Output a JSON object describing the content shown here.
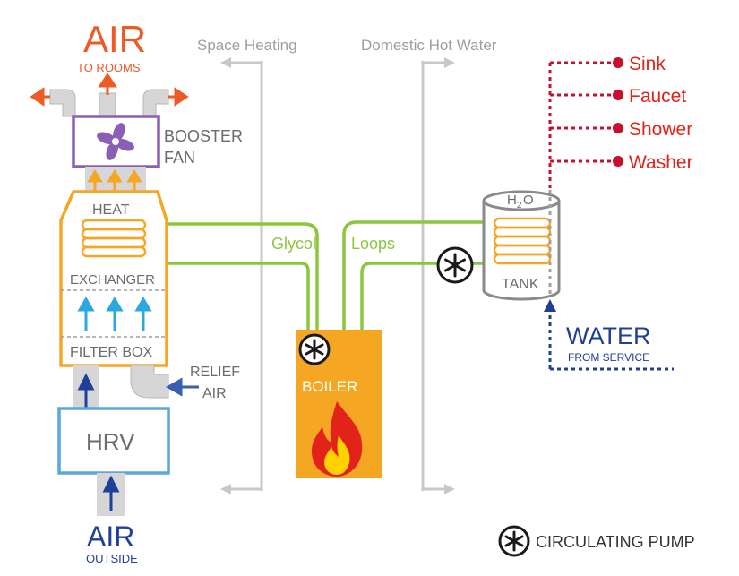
{
  "labels": {
    "air_top": "AIR",
    "air_top_sub": "TO ROOMS",
    "booster_1": "BOOSTER",
    "booster_2": "FAN",
    "heat": "HEAT",
    "exchanger": "EXCHANGER",
    "filter_box": "FILTER BOX",
    "relief_1": "RELIEF",
    "relief_2": "AIR",
    "hrv": "HRV",
    "air_bottom": "AIR",
    "air_bottom_sub": "OUTSIDE",
    "space_heating": "Space Heating",
    "domestic_hot_water": "Domestic Hot Water",
    "glycol": "Glycol",
    "loops": "Loops",
    "boiler": "BOILER",
    "tank": "TANK",
    "h2o_h": "H",
    "h2o_2": "2",
    "h2o_o": "O",
    "water": "WATER",
    "water_sub": "FROM SERVICE",
    "circulating_pump": "CIRCULATING PUMP"
  },
  "fixtures": [
    "Sink",
    "Faucet",
    "Shower",
    "Washer"
  ],
  "colors": {
    "glycol_green": "#8cc63f",
    "duct_orange": "#f5a623",
    "hrv_blue": "#5aa7dd",
    "fan_purple": "#8b5fb5",
    "boiler_orange": "#f5a623",
    "hot_water_red": "#c8102e",
    "cold_water_blue": "#1f3f9a",
    "loop_gray": "#c8c8c8"
  }
}
